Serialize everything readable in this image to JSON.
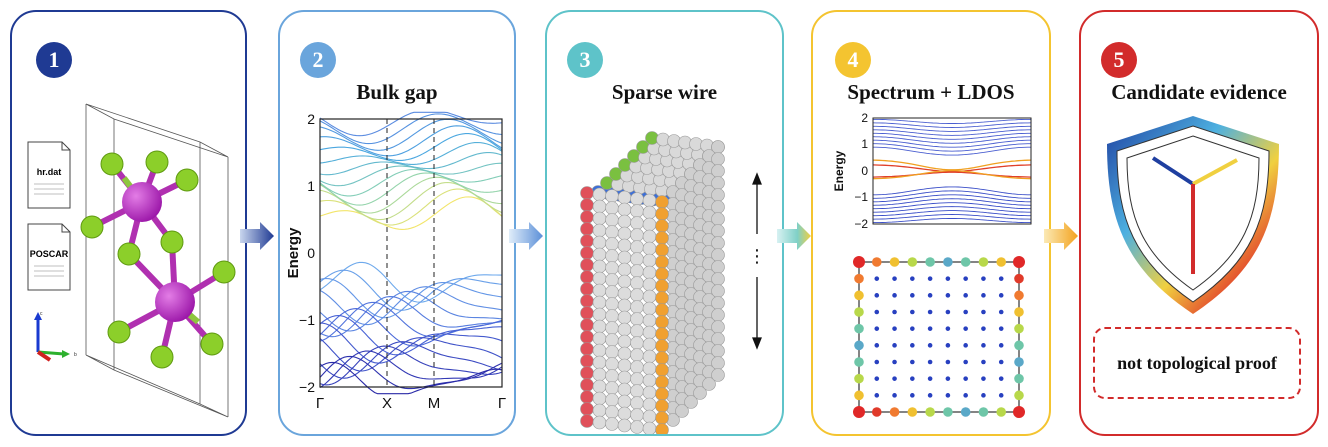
{
  "panels": [
    {
      "number": "1",
      "title": "",
      "color": "#1f3a93"
    },
    {
      "number": "2",
      "title": "Bulk gap",
      "color": "#6aa5dc"
    },
    {
      "number": "3",
      "title": "Sparse wire",
      "color": "#5ec3c9"
    },
    {
      "number": "4",
      "title": "Spectrum + LDOS",
      "color": "#f4c430"
    },
    {
      "number": "5",
      "title": "Candidate evidence",
      "color": "#d22b2b"
    }
  ],
  "files": [
    "hr.dat",
    "POSCAR"
  ],
  "axis_labels": {
    "x": "",
    "y": "b",
    "z": "c"
  },
  "bulk_plot": {
    "ylabel": "Energy",
    "yticks": [
      "2",
      "1",
      "0",
      "−1",
      "−2"
    ],
    "xticks": [
      "Γ",
      "X",
      "M",
      "Γ"
    ]
  },
  "wire_dots": "⋮",
  "spectrum_plot": {
    "ylabel": "Energy",
    "yticks": [
      "2",
      "1",
      "0",
      "−1",
      "−2"
    ]
  },
  "disclaimer": "not topological proof"
}
